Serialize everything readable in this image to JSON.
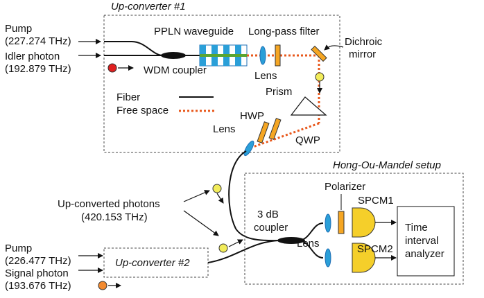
{
  "up1": {
    "title": "Up-converter #1",
    "pump_label": "Pump",
    "pump_freq": "(227.274 THz)",
    "idler_label": "Idler photon",
    "idler_freq": "(192.879 THz)",
    "ppln": "PPLN waveguide",
    "longpass": "Long-pass filter",
    "dichroic_1": "Dichroic",
    "dichroic_2": "mirror",
    "wdm": "WDM coupler",
    "lens": "Lens",
    "prism": "Prism",
    "hwp": "HWP",
    "qwp": "QWP",
    "lens_out": "Lens"
  },
  "legend": {
    "fiber": "Fiber",
    "free_space": "Free space"
  },
  "upconv": {
    "label": "Up-converted photons",
    "freq": "(420.153 THz)"
  },
  "up2": {
    "title": "Up-converter #2",
    "pump_label": "Pump",
    "pump_freq": "(226.477 THz)",
    "signal_label": "Signal photon",
    "signal_freq": "(193.676 THz)"
  },
  "hom": {
    "title": "Hong-Ou-Mandel setup",
    "coupler_1": "3 dB",
    "coupler_2": "coupler",
    "lens": "Lens",
    "polarizer": "Polarizer",
    "spcm1": "SPCM1",
    "spcm2": "SPCM2",
    "tia_1": "Time",
    "tia_2": "interval",
    "tia_3": "analyzer"
  },
  "colors": {
    "fiber": "#111111",
    "free_space": "#e8581c",
    "lens": "#2a9fd8",
    "filter": "#f5a623",
    "detector": "#f5cf2a",
    "waveguide_stripe": "#5aa531",
    "idler_photon": "#e02020",
    "upconverted_photon": "#f2ec5a",
    "signal_photon": "#f28a30"
  }
}
